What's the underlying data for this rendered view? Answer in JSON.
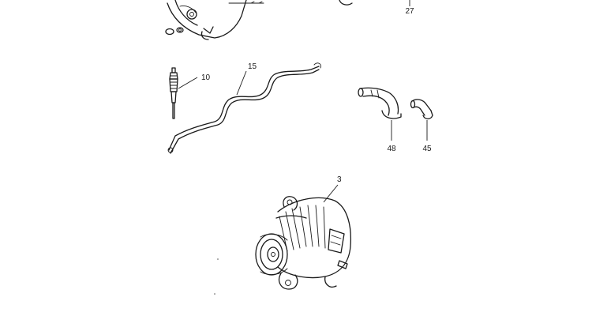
{
  "diagram": {
    "callouts": {
      "c27": "27",
      "c10": "10",
      "c15": "15",
      "c48": "48",
      "c45": "45",
      "c3": "3"
    }
  }
}
